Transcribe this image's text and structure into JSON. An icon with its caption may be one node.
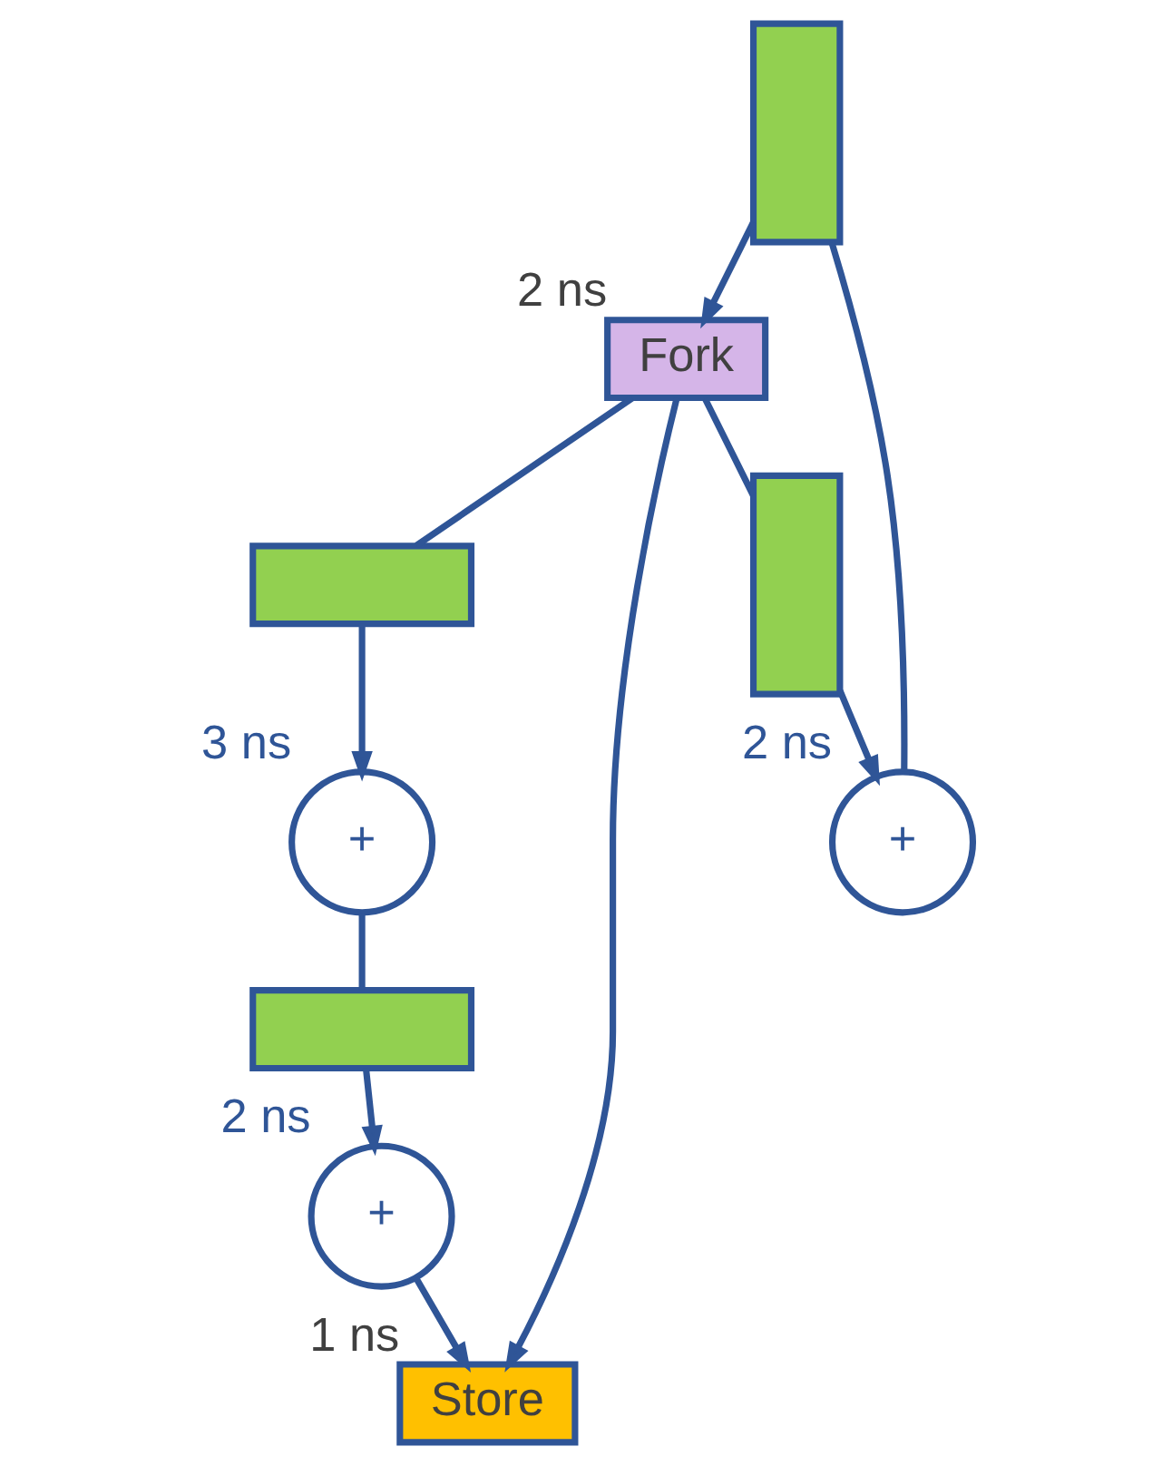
{
  "diagram": {
    "nodes": [
      {
        "text": [],
        "shape": "bar"
      },
      {
        "text": [
          "+"
        ],
        "beside": [
          "2 ns"
        ]
      },
      {
        "text": [
          "Fork"
        ],
        "beside": [
          "2 ns"
        ]
      },
      {
        "text": [],
        "shape": "bar"
      },
      {
        "text": [],
        "shape": "bar"
      },
      {
        "text": [
          "+"
        ],
        "beside": [
          "3 ns"
        ]
      },
      {
        "text": [],
        "shape": "bar"
      },
      {
        "text": [
          "+"
        ],
        "beside": [
          "2 ns"
        ]
      },
      {
        "text": [
          "Store"
        ],
        "beside": [
          "1 ns"
        ]
      }
    ],
    "edges": [
      {
        "from": 1,
        "to": 0,
        "arrow": "none"
      },
      {
        "from": 0,
        "to": 2,
        "arrow": "to"
      },
      {
        "from": 2,
        "to": 3,
        "arrow": "none"
      },
      {
        "from": 3,
        "to": 1,
        "arrow": "to"
      },
      {
        "from": 2,
        "to": 8,
        "arrow": "to"
      },
      {
        "from": 2,
        "to": 4,
        "arrow": "none"
      },
      {
        "from": 4,
        "to": 5,
        "arrow": "to"
      },
      {
        "from": 5,
        "to": 6,
        "arrow": "none"
      },
      {
        "from": 6,
        "to": 7,
        "arrow": "to"
      },
      {
        "from": 7,
        "to": 8,
        "arrow": "to"
      }
    ]
  }
}
